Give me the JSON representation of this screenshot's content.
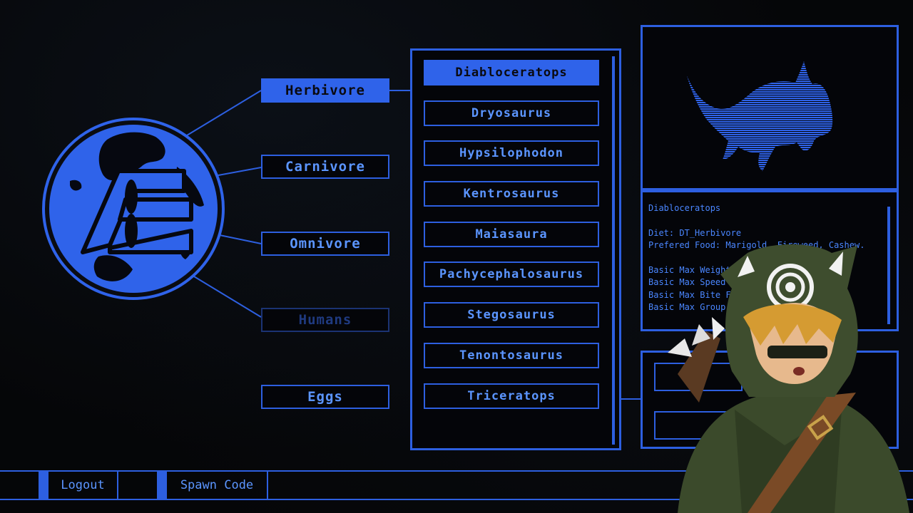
{
  "categories": {
    "herbivore": "Herbivore",
    "carnivore": "Carnivore",
    "omnivore": "Omnivore",
    "humans": "Humans",
    "eggs": "Eggs"
  },
  "species": [
    "Diabloceratops",
    "Dryosaurus",
    "Hypsilophodon",
    "Kentrosaurus",
    "Maiasaura",
    "Pachycephalosaurus",
    "Stegosaurus",
    "Tenontosaurus",
    "Triceratops"
  ],
  "selected_species": "Diabloceratops",
  "info": {
    "name": "Diabloceratops",
    "diet": "Diet: DT_Herbivore",
    "food": "Prefered Food: Marigold, Fireweed, Cashew.",
    "weight": "Basic Max Weight",
    "speed": "Basic Max Speed",
    "bite": "Basic Max Bite F",
    "group": "Basic Max Group"
  },
  "bottom": {
    "logout": "Logout",
    "spawn_code": "Spawn Code"
  },
  "colors": {
    "accent": "#2f63ea",
    "text": "#5b95ff",
    "background": "#050608"
  }
}
